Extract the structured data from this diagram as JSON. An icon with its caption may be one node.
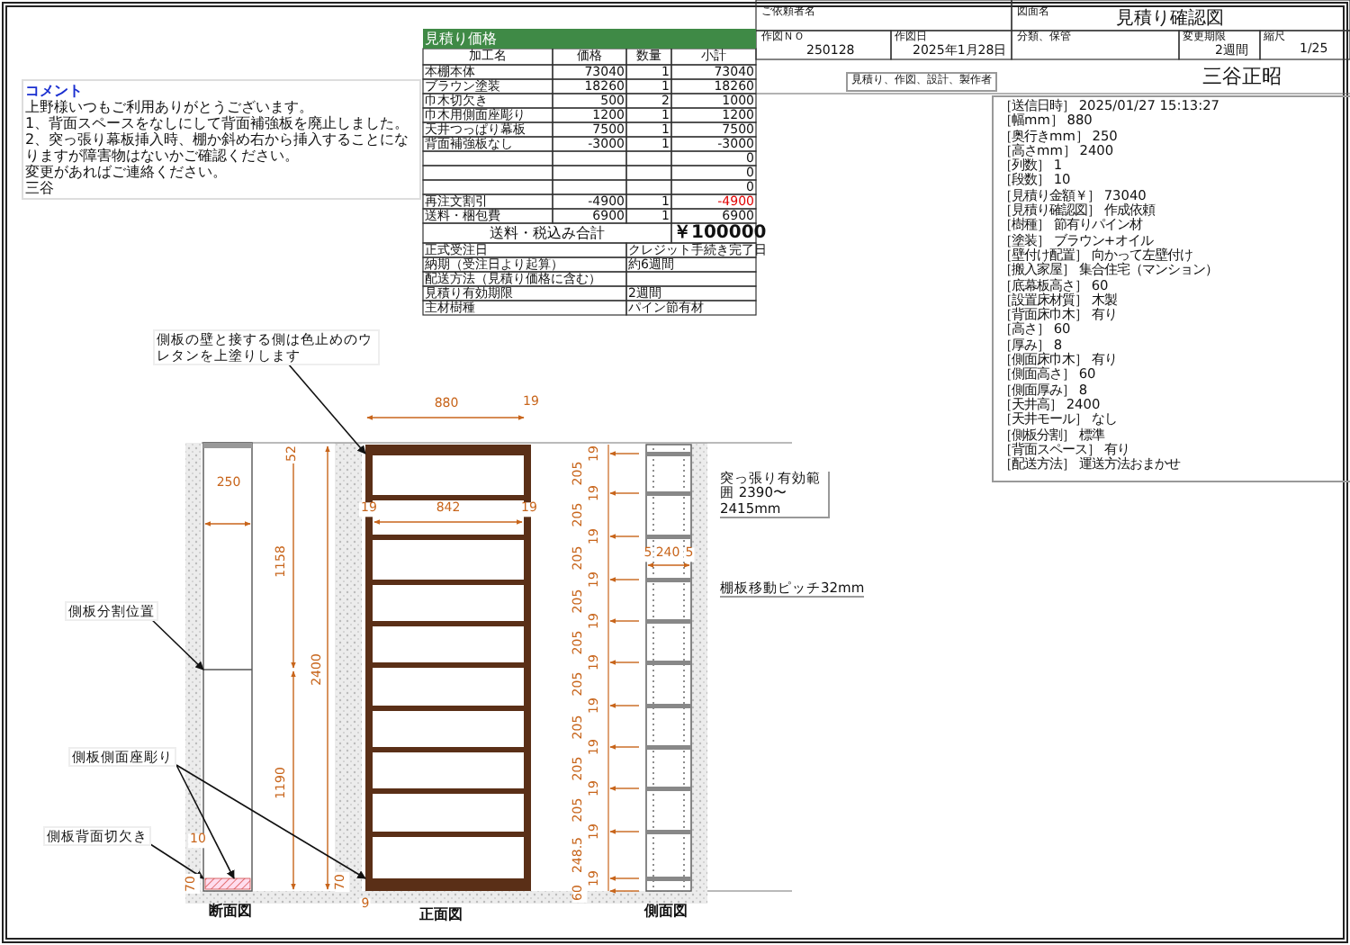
{
  "diagram": {
    "title": "見積り確認図",
    "nodes": [
      {
        "text": [
          "側板の壁と接する側は色止めのウレタンを上塗りします"
        ]
      },
      {
        "text": [
          "側板分割位置"
        ]
      },
      {
        "text": [
          "側板側面座彫り"
        ]
      },
      {
        "text": [
          "側板背面切欠き"
        ]
      },
      {
        "text": [],
        "shape": "picture"
      },
      {
        "text": [],
        "shape": "picture"
      }
    ],
    "edges": [
      {
        "from": 0,
        "to": 5,
        "arrow": "to"
      },
      {
        "from": 1,
        "to": 4,
        "arrow": "to"
      },
      {
        "from": 2,
        "to": 4,
        "arrow": "to"
      },
      {
        "from": 2,
        "to": 5,
        "arrow": "to"
      },
      {
        "from": 3,
        "to": 4,
        "arrow": "to"
      }
    ],
    "labels": [
      "見積り価格",
      "加工名",
      "価格",
      "数量",
      "小計",
      "本棚本体",
      "73040",
      "1",
      "73040",
      "ブラウン塗装",
      "18260",
      "1",
      "18260",
      "巾木切欠き",
      "500",
      "2",
      "1000",
      "巾木用側面座彫り",
      "1200",
      "1",
      "1200",
      "天井つっぱり幕板",
      "7500",
      "1",
      "7500",
      "背面補強板なし",
      "-3000",
      "1",
      "-3000",
      "0",
      "0",
      "0",
      "再注文割引",
      "-4900",
      "1",
      "-4900",
      "送料・梱包費",
      "6900",
      "1",
      "6900",
      "送料・税込み合計",
      "￥100000",
      "正式受注日",
      "クレジット手続き完了日",
      "納期（受注日より起算）",
      "約6週間",
      "配送方法（見積り価格に含む）",
      "見積り有効期限",
      "2週間",
      "主材樹種",
      "パイン節有材",
      "ご依頼者名",
      "図面名",
      "作図ＮＯ",
      "250128",
      "作図日",
      "2025年1月28日",
      "分類、保管",
      "変更期限",
      "2週間",
      "縮尺",
      "1/25",
      "見積り、作図、設計、製作者",
      "三谷正昭",
      "コメント",
      "上野様いつもご利用ありがとうございます。",
      "1、背面スペースをなしにして背面補強板を廃止しました。",
      "2、突っ張り幕板挿入時、棚か斜め右から挿入することになりますが障害物はないかご確認ください。",
      "変更があればご連絡ください。",
      "三谷",
      "［送信日時］ 2025/01/27 15:13:27",
      "［幅mm］ 880",
      "［奥行きmm］ 250",
      "［高さmm］ 2400",
      "［列数］ 1",
      "［段数］ 10",
      "［見積り金額￥］ 73040",
      "［見積り確認図］ 作成依頼",
      "［樹種］ 節有りパイン材",
      "［塗装］ ブラウン+オイル",
      "［壁付け配置］ 向かって左壁付け",
      "［搬入家屋］ 集合住宅（マンション）",
      "［底幕板高さ］ 60",
      "［設置床材質］ 木製",
      "［背面床巾木］ 有り",
      "［高さ］ 60",
      "［厚み］ 8",
      "［側面床巾木］ 有り",
      "［側面高さ］ 60",
      "［側面厚み］ 8",
      "［天井高］ 2400",
      "［天井モール］ なし",
      "［側板分割］ 標準",
      "［背面スペース］ 有り",
      "［配送方法］ 運送方法おまかせ",
      "880",
      "19",
      "19",
      "842",
      "19",
      "52",
      "250",
      "1158",
      "2400",
      "1190",
      "10",
      "70",
      "70",
      "9",
      "19",
      "205",
      "19",
      "205",
      "19",
      "205",
      "19",
      "205",
      "19",
      "205",
      "19",
      "205",
      "19",
      "205",
      "19",
      "205",
      "19",
      "205",
      "19",
      "248.5",
      "19",
      "60",
      "5",
      "240",
      "5",
      "突っ張り有効範囲 2390〜2415mm",
      "棚板移動ピッチ32mm",
      "断面図",
      "正面図",
      "側面図"
    ]
  }
}
